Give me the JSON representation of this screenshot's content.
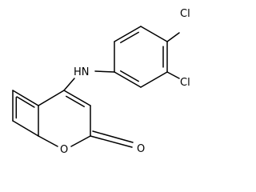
{
  "molecule": {
    "labels": {
      "amine": "HN",
      "chloro_top": "Cl",
      "chloro_right": "Cl",
      "ring_oxygen": "O",
      "carbonyl_oxygen": "O"
    }
  },
  "colors": {
    "bond": "#000000",
    "text": "#000000",
    "background": "#ffffff"
  }
}
